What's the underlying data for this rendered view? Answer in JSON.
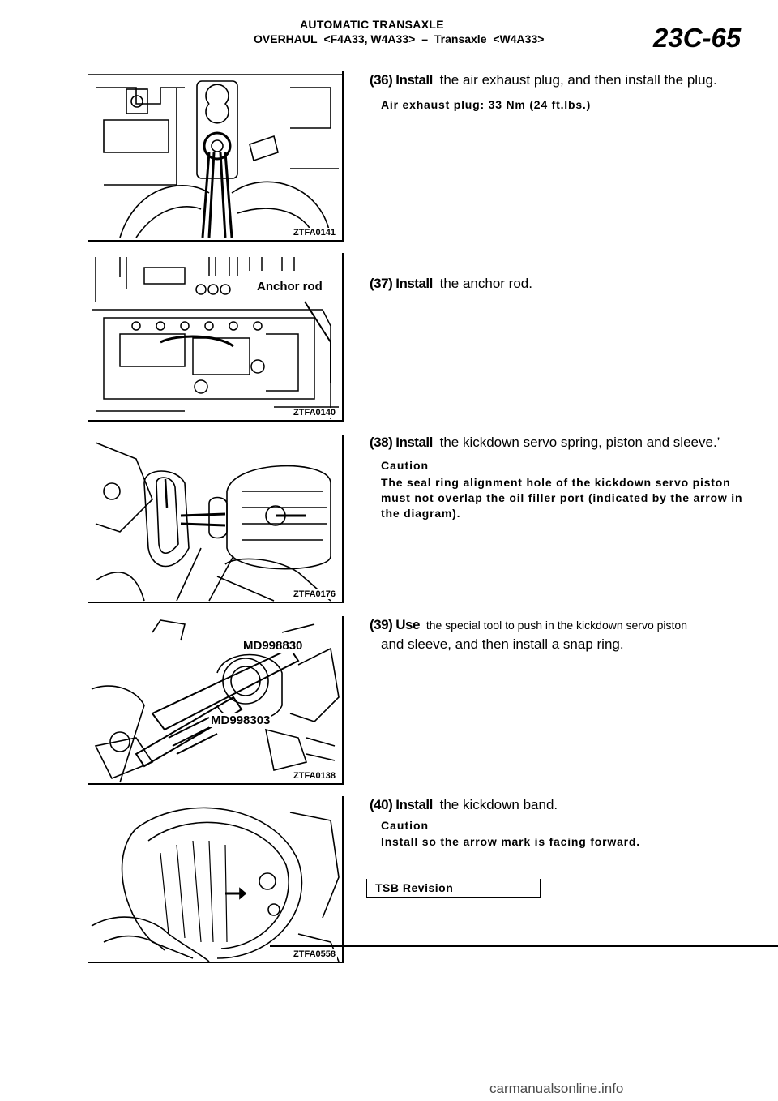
{
  "header": {
    "section": "AUTOMATIC TRANSAXLE",
    "overhaul": "OVERHAUL",
    "models": "<F4A33, W4A33>",
    "dash": "–",
    "transaxle": "Transaxle",
    "model2": "<W4A33>",
    "page_number": "23C-65"
  },
  "figures": [
    {
      "code": "ZTFA0141"
    },
    {
      "code": "ZTFA0140",
      "callouts": [
        "Anchor rod"
      ]
    },
    {
      "code": "ZTFA0176"
    },
    {
      "code": "ZTFA0138",
      "callouts": [
        "MD998830",
        "MD998303"
      ]
    },
    {
      "code": "ZTFA0558"
    }
  ],
  "steps": [
    {
      "num": "(36)",
      "verb": "Install",
      "text": "the air exhaust plug, and then install the plug.",
      "spec": "Air exhaust plug: 33 Nm (24 ft.lbs.)"
    },
    {
      "num": "(37)",
      "verb": "Install",
      "text": "the anchor rod."
    },
    {
      "num": "(38)",
      "verb": "Install",
      "text": "the kickdown servo spring, piston and sleeve.’",
      "caution_title": "Caution",
      "caution": "The seal ring alignment hole of the kickdown servo piston must not overlap the oil filler port (indicated by the arrow in the diagram)."
    },
    {
      "num": "(39)",
      "verb": "Use",
      "text": "the special tool to push in the kickdown servo piston",
      "text2": "and sleeve, and then install a snap ring."
    },
    {
      "num": "(40)",
      "verb": "Install",
      "text": "the kickdown band.",
      "caution_title": "Caution",
      "caution": "Install so the arrow mark is facing forward."
    }
  ],
  "footer": {
    "tsb": "TSB Revision",
    "watermark": "carmanualsonline.info"
  }
}
